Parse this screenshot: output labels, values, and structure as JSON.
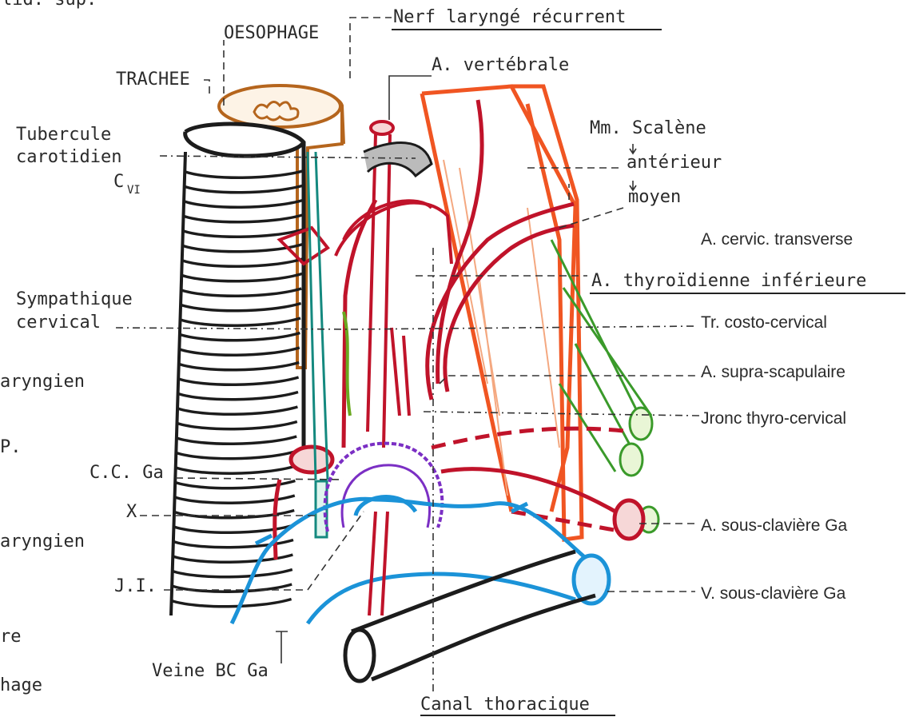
{
  "labels": {
    "top_cut": "lid. sup.",
    "nerf_laryng": "Nerf laryngé récurrent",
    "oesophage": "OESOPHAGE",
    "trachee": "TRACHEE",
    "a_vertebrale": "A. vertébrale",
    "tubercule_line1": "Tubercule",
    "tubercule_line2": "carotidien",
    "c": "C",
    "vi": "VI",
    "scalene": "Mm. Scalène",
    "anterieur": "antérieur",
    "moyen": "moyen",
    "cervic_transverse": "A. cervic. transverse",
    "thyroid_inf": "A. thyroïdienne inférieure",
    "symp_line1": "Sympathique",
    "symp_line2": "cervical",
    "costo": "Tr. costo-cervical",
    "laryngien1": "aryngien",
    "supra": "A. supra-scapulaire",
    "p_cut": "P.",
    "tronc": "Jronc thyro-cervical",
    "ccga": "C.C. Ga",
    "x": "X",
    "sous_clav_a": "A. sous-clavière Ga",
    "laryngien2": "aryngien",
    "ji": "J.I.",
    "sous_clav_v": "V. sous-clavière Ga",
    "re_cut": "re",
    "veine_bc": "Veine BC Ga",
    "hage_cut": "hage",
    "canal": "Canal thoracique"
  }
}
